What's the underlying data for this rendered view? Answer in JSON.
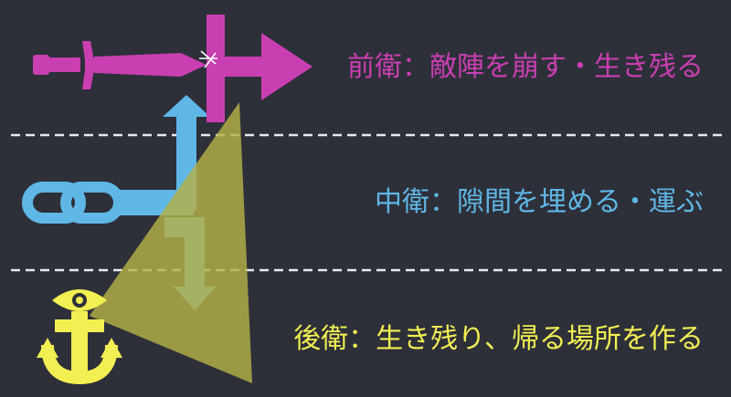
{
  "roles": [
    {
      "label": "前衛：敵陣を崩す・生き残る",
      "color": "#c93fb2",
      "icon": "sword-arrow-icon"
    },
    {
      "label": "中衛：隙間を埋める・運ぶ",
      "color": "#5fb7e6",
      "icon": "chain-link-icon"
    },
    {
      "label": "後衛：生き残り、帰る場所を作る",
      "color": "#f2ef52",
      "icon": "anchor-eye-icon"
    }
  ],
  "colors": {
    "background": "#2d2f39",
    "divider": "#e9eaee",
    "triangle": "#b4b148"
  }
}
